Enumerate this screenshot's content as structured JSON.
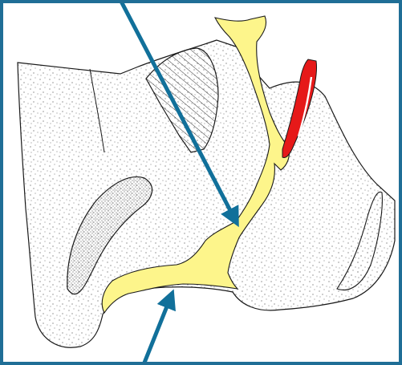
{
  "diagram": {
    "labels": [],
    "colors": {
      "frame": "#1f6e96",
      "arrow": "#11709a",
      "yellow": "#fdf58b",
      "red": "#e61919",
      "outline": "#1a1a1a",
      "hatch": "#333333",
      "stipple": "#555555"
    },
    "regions": [
      {
        "name": "stippled-tissue",
        "description_shown": false
      },
      {
        "name": "yellow-channel",
        "description_shown": false
      },
      {
        "name": "red-vessel",
        "description_shown": false
      },
      {
        "name": "hatched-structure",
        "description_shown": false
      },
      {
        "name": "dense-stippled-body",
        "description_shown": false
      }
    ],
    "arrows": [
      {
        "name": "upper-arrow"
      },
      {
        "name": "lower-arrow"
      }
    ]
  }
}
